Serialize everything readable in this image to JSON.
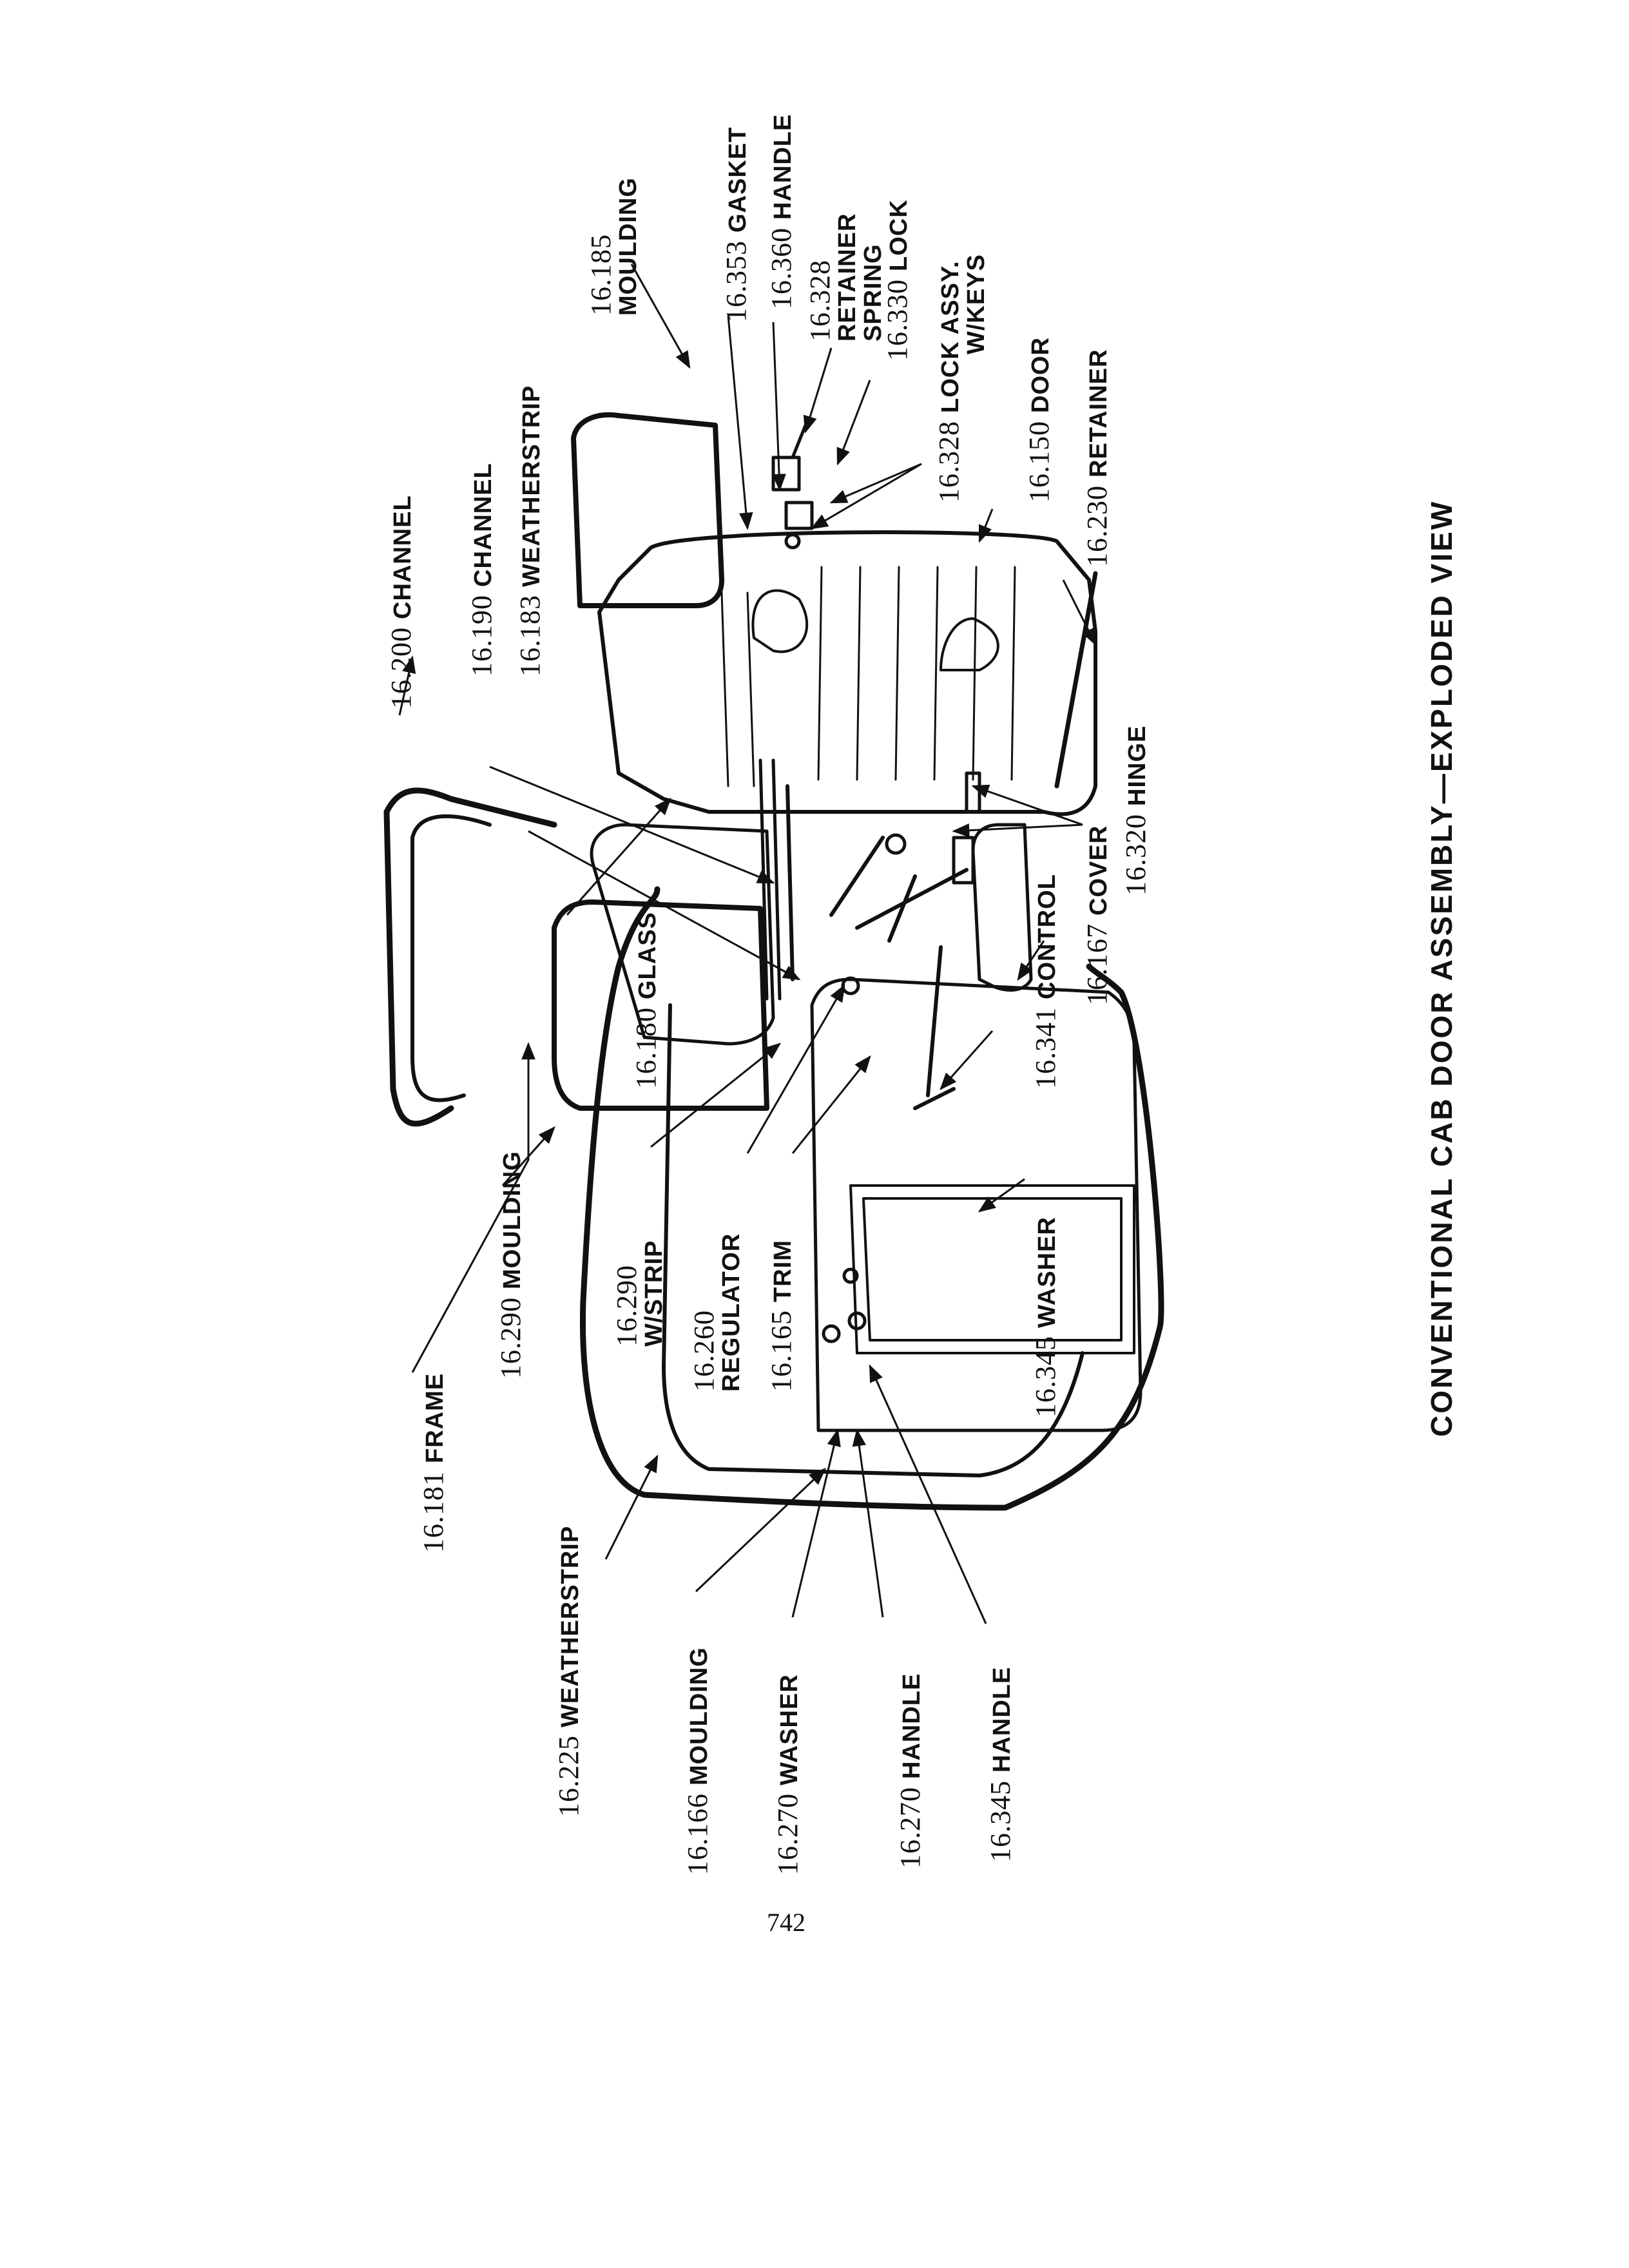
{
  "caption": "CONVENTIONAL CAB DOOR ASSEMBLY—EXPLODED VIEW",
  "page_number": "742",
  "labels": {
    "frame": {
      "num": "16.181",
      "name": "FRAME"
    },
    "moulding_290": {
      "num": "16.290",
      "name": "MOULDING"
    },
    "channel_200": {
      "num": "16.200",
      "name": "CHANNEL"
    },
    "channel_190": {
      "num": "16.190",
      "name": "CHANNEL"
    },
    "weatherstrip_183": {
      "num": "16.183",
      "name": "WEATHERSTRIP"
    },
    "moulding_185": {
      "num": "16.185",
      "name": "MOULDING"
    },
    "gasket": {
      "num": "16.353",
      "name": "GASKET"
    },
    "handle_360": {
      "num": "16.360",
      "name": "HANDLE"
    },
    "retainer_spring": {
      "num": "16.328",
      "name1": "RETAINER",
      "name2": "SPRING"
    },
    "lock": {
      "num": "16.330",
      "name": "LOCK"
    },
    "lock_assy": {
      "num": "16.328",
      "name1": "LOCK ASSY.",
      "name2": "W/KEYS"
    },
    "door": {
      "num": "16.150",
      "name": "DOOR"
    },
    "retainer_230": {
      "num": "16.230",
      "name": "RETAINER"
    },
    "hinge": {
      "num": "16.320",
      "name": "HINGE"
    },
    "cover": {
      "num": "16.167",
      "name": "COVER"
    },
    "control": {
      "num": "16.341",
      "name": "CONTROL"
    },
    "glass": {
      "num": "16.180",
      "name": "GLASS"
    },
    "wstrip": {
      "num": "16.290",
      "name": "W/STRIP"
    },
    "regulator": {
      "num": "16.260",
      "name": "REGULATOR"
    },
    "trim": {
      "num": "16.165",
      "name": "TRIM"
    },
    "washer_345": {
      "num": "16.345",
      "name": "WASHER"
    },
    "weatherstrip_225": {
      "num": "16.225",
      "name": "WEATHERSTRIP"
    },
    "moulding_166": {
      "num": "16.166",
      "name": "MOULDING"
    },
    "washer_270": {
      "num": "16.270",
      "name": "WASHER"
    },
    "handle_270": {
      "num": "16.270",
      "name": "HANDLE"
    },
    "handle_345": {
      "num": "16.345",
      "name": "HANDLE"
    }
  }
}
